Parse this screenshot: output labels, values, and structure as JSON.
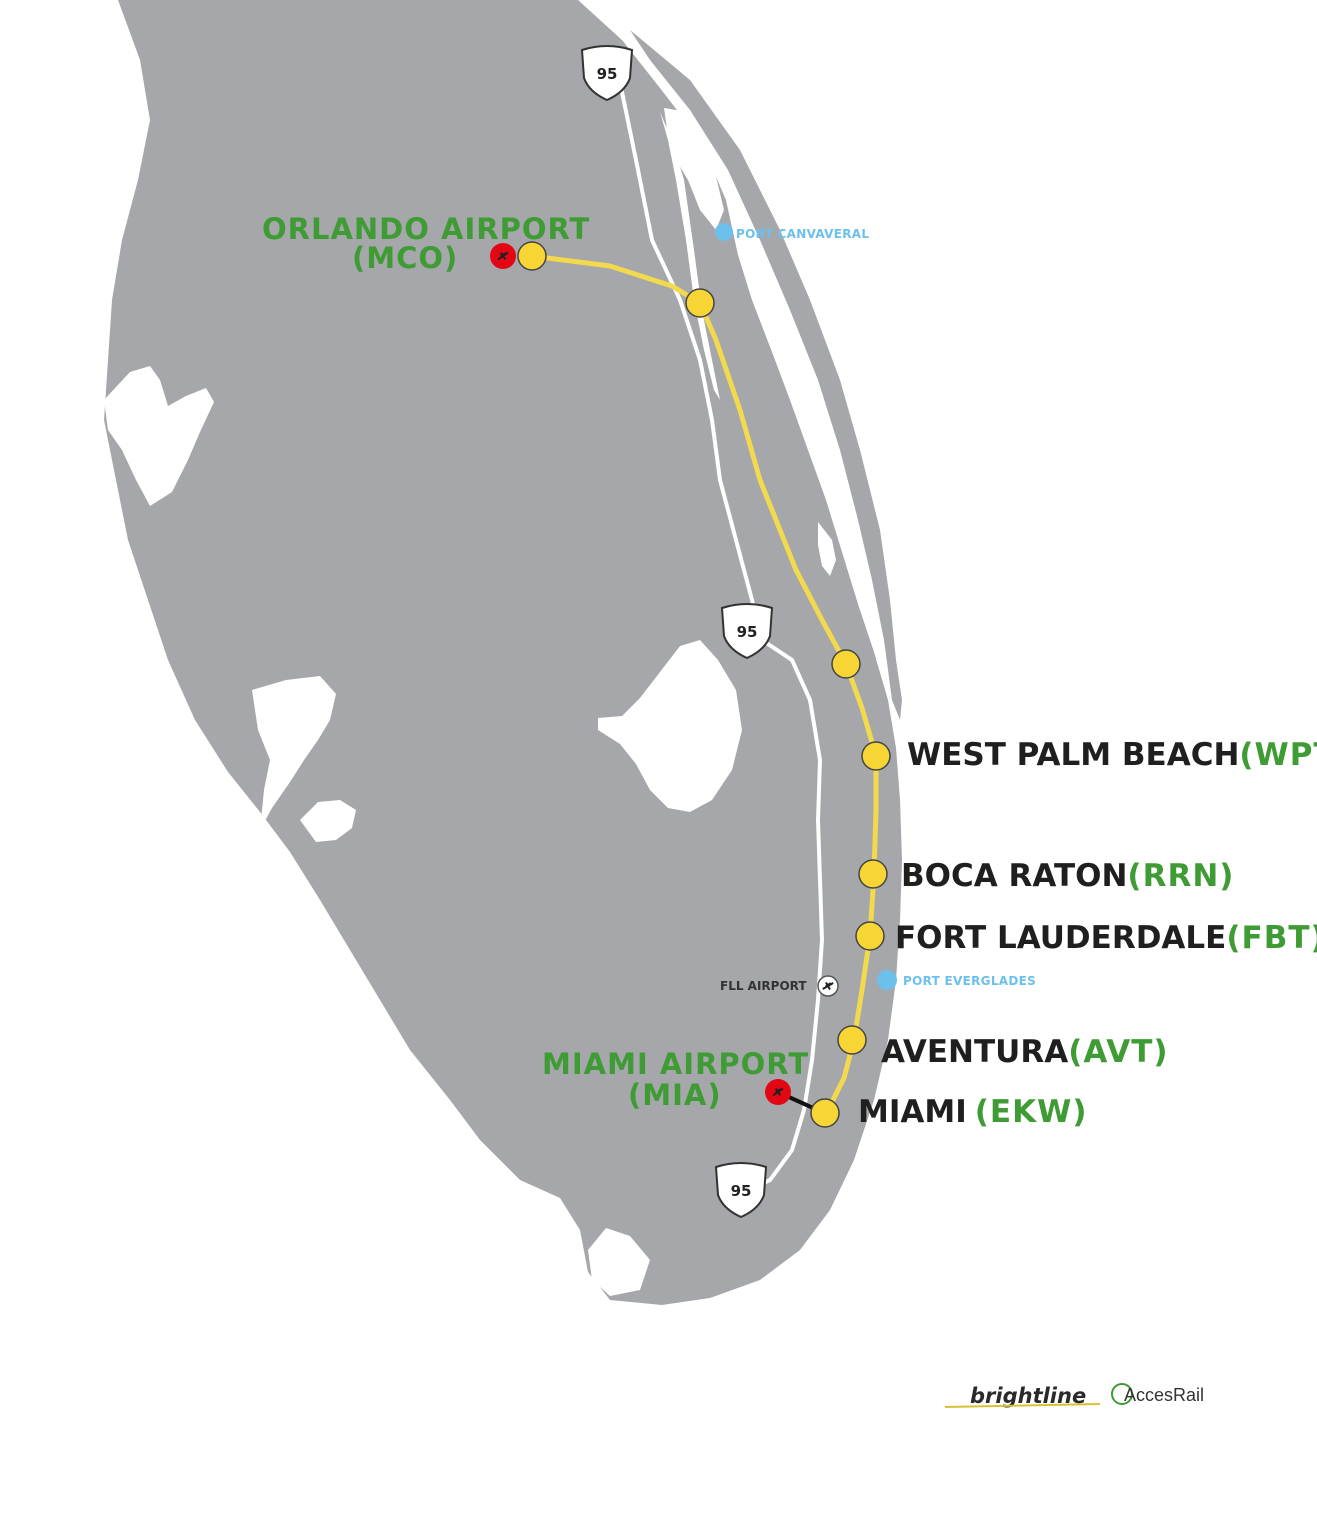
{
  "colors": {
    "land": "#a5a7aa",
    "water": "#ffffff",
    "route": "#f2d94e",
    "station": "#f6d534",
    "airport": "#e30613",
    "green_text": "#3f9b34",
    "port": "#6cc0ec",
    "highway": "#ffffff"
  },
  "highway_shields": [
    {
      "label": "95"
    },
    {
      "label": "95"
    },
    {
      "label": "95"
    }
  ],
  "airports": {
    "orlando": {
      "name": "ORLANDO AIRPORT",
      "code": "(MCO)",
      "icon": "airplane-icon"
    },
    "miami": {
      "name": "MIAMI AIRPORT",
      "code": "(MIA)",
      "icon": "airplane-icon"
    },
    "fll": {
      "name": "FLL AIRPORT",
      "icon": "airplane-icon"
    }
  },
  "ports": {
    "canaveral": "PORT CANVAVERAL",
    "everglades": "PORT EVERGLADES"
  },
  "stations": [
    {
      "name": "WEST PALM BEACH",
      "code": "(WPT)"
    },
    {
      "name": "BOCA RATON",
      "code": "(RRN)"
    },
    {
      "name": "FORT LAUDERDALE",
      "code": "(FBT)"
    },
    {
      "name": "AVENTURA",
      "code": "(AVT)"
    },
    {
      "name": "MIAMI",
      "code": "(EKW)"
    }
  ],
  "logos": {
    "brightline": "brightline",
    "accesrail": "AccesRail"
  }
}
